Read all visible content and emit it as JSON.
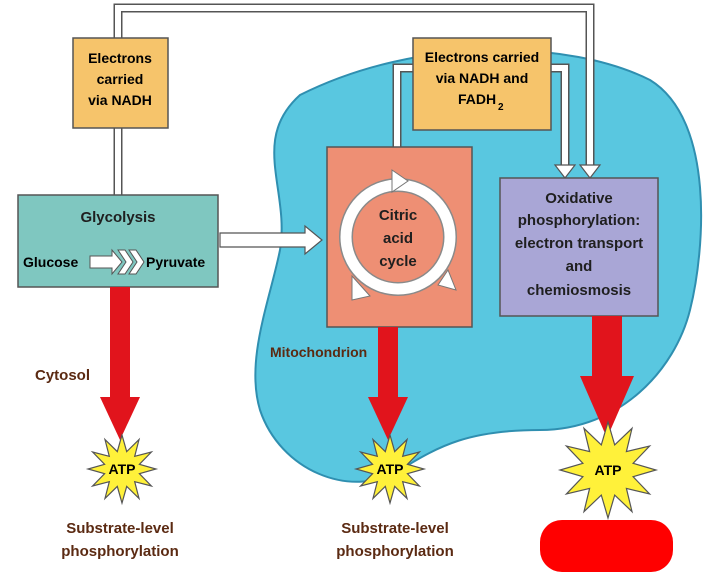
{
  "electrons_nadh": {
    "line1": "Electrons",
    "line2": "carried",
    "line3": "via NADH"
  },
  "electrons_nadh_fadh": {
    "line1": "Electrons carried",
    "line2": "via NADH and",
    "line3": "FADH",
    "sub": "2"
  },
  "glycolysis": {
    "title": "Glycolysis",
    "glucose": "Glucose",
    "pyruvate": "Pyruvate"
  },
  "citric": {
    "line1": "Citric",
    "line2": "acid",
    "line3": "cycle"
  },
  "oxidative": {
    "line1": "Oxidative",
    "line2": "phosphorylation:",
    "line3": "electron transport",
    "line4": "and",
    "line5": "chemiosmosis"
  },
  "region": {
    "cytosol": "Cytosol",
    "mitochondrion": "Mitochondrion"
  },
  "atp": {
    "label1": "ATP",
    "label2": "ATP",
    "label3": "ATP"
  },
  "captions": {
    "left_line1": "Substrate-level",
    "left_line2": "phosphorylation",
    "mid_line1": "Substrate-level",
    "mid_line2": "phosphorylation"
  },
  "colors": {
    "mitochondrion": "#59c7e0",
    "glycolysis_box": "#7fc7c0",
    "citric_box": "#ee8f74",
    "oxidative_box": "#a9a6d6",
    "electron_box": "#f6c46b",
    "atp_arrow": "#e1141c",
    "atp_star": "#fff13a",
    "redaction": "#ff0000"
  }
}
